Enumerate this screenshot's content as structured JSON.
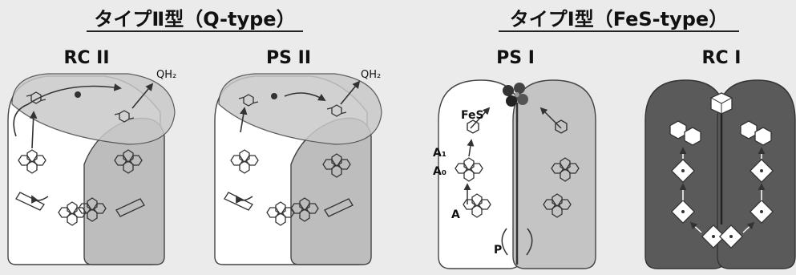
{
  "headings": {
    "type2": "タイプⅡ型（Q-type）",
    "type1": "タイプⅠ型（FeS-type）"
  },
  "panels": {
    "rc2": "RC II",
    "ps2": "PS II",
    "ps1": "PS I",
    "rc1": "RC I"
  },
  "labels": {
    "qh2_rc2": "QH₂",
    "qh2_ps2": "QH₂",
    "fes": "FeS",
    "a1": "A₁",
    "a0": "A₀",
    "a": "A",
    "p": "P"
  },
  "colors": {
    "background": "#ebebeb",
    "light_fill": "#ffffff",
    "gray_fill": "#bdbdbd",
    "dark_fill": "#555555",
    "outline": "#333333"
  }
}
